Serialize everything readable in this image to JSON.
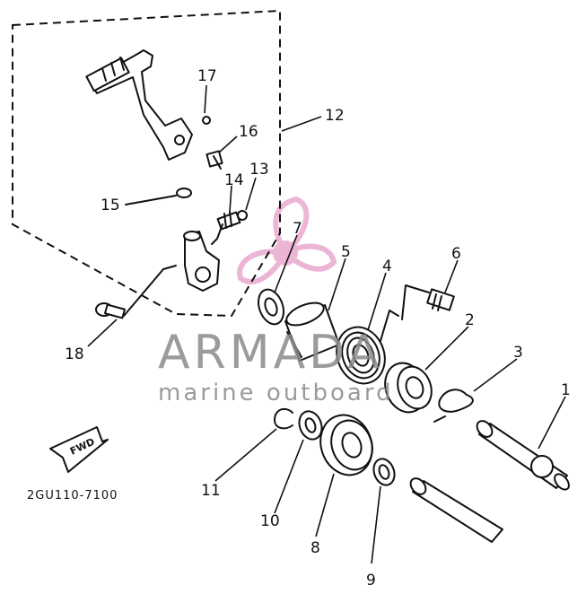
{
  "diagram": {
    "part_numbers": [
      "1",
      "2",
      "3",
      "4",
      "5",
      "6",
      "7",
      "8",
      "9",
      "10",
      "11",
      "12",
      "13",
      "14",
      "15",
      "16",
      "17",
      "18"
    ],
    "drawing_code": "2GU110-7100",
    "fwd_label": "FWD"
  },
  "watermark": {
    "brand": "ARMADA",
    "tagline": "marine outboard",
    "color": "#8a8a8a",
    "logo_color": "#e9a9cf"
  }
}
